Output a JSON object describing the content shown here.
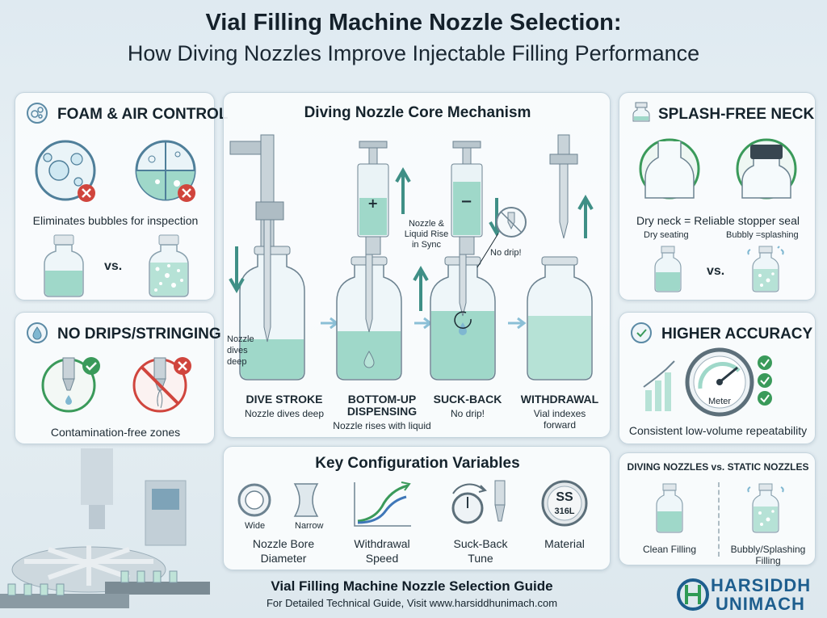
{
  "header": {
    "title": "Vial Filling Machine Nozzle Selection:",
    "subtitle": "How Diving Nozzles Improve Injectable Filling Performance"
  },
  "foam": {
    "title": "FOAM & AIR CONTROL",
    "caption": "Eliminates bubbles for inspection",
    "vs": "vs."
  },
  "drips": {
    "title": "NO DRIPS/STRINGING",
    "caption": "Contamination-free zones"
  },
  "mechanism": {
    "title": "Diving Nozzle Core Mechanism",
    "side_note": "Nozzle dives deep",
    "sync_note": "Nozzle & Liquid Rise in Sync",
    "no_drip_note": "No drip!",
    "stages": [
      {
        "title": "DIVE STROKE",
        "sub": "Nozzle dives deep"
      },
      {
        "title": "BOTTOM-UP DISPENSING",
        "sub": "Nozzle rises with liquid"
      },
      {
        "title": "SUCK-BACK",
        "sub": "No drip!"
      },
      {
        "title": "WITHDRAWAL",
        "sub": "Vial indexes forward"
      }
    ]
  },
  "splash": {
    "title": "SPLASH-FREE NECK",
    "caption": "Dry neck = Reliable stopper seal",
    "left_label": "Dry seating",
    "right_label": "Bubbly =splashing",
    "vs": "vs."
  },
  "accuracy": {
    "title": "HIGHER ACCURACY",
    "meter_label": "Meter",
    "caption": "Consistent low-volume repeatability"
  },
  "config": {
    "title": "Key Configuration Variables",
    "wide": "Wide",
    "narrow": "Narrow",
    "bore_line1": "Nozzle Bore",
    "bore_line2": "Diameter",
    "withdrawal_line1": "Withdrawal",
    "withdrawal_line2": "Speed",
    "suckback_line1": "Suck-Back",
    "suckback_line2": "Tune",
    "material_badge1": "SS",
    "material_badge2": "316L",
    "material": "Material"
  },
  "compare": {
    "title": "DIVING NOZZLES vs. STATIC NOZZLES",
    "left": "Clean Filling",
    "right_line1": "Bubbly/Splashing",
    "right_line2": "Filling"
  },
  "footer": {
    "guide": "Vial Filling Machine Nozzle Selection Guide",
    "visit": "For Detailed Technical Guide, Visit www.harsiddhunimach.com"
  },
  "logo": {
    "line1": "HARSIDDH",
    "line2": "UNIMACH"
  },
  "colors": {
    "liquid": "#9fd8c9",
    "accent_green": "#3a9a5a",
    "accent_red": "#d0453d",
    "arrow_teal": "#3f8f86",
    "brand_blue": "#1e5e8e"
  }
}
